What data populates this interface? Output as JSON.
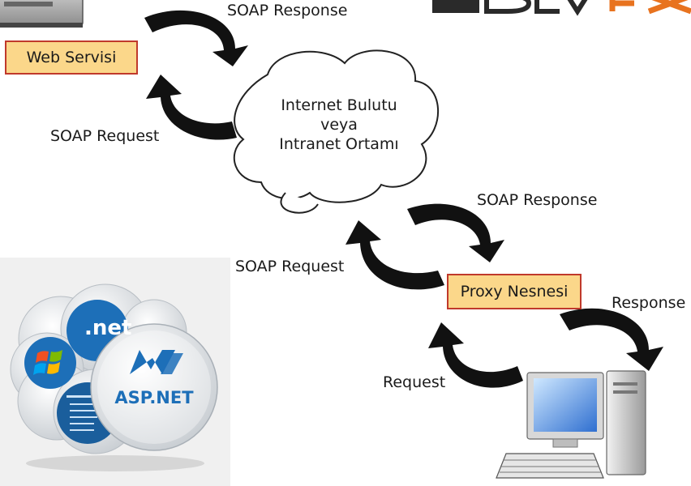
{
  "nodes": {
    "web_service": "Web Servisi",
    "proxy": "Proxy Nesnesi",
    "cloud_line1": "Internet Bulutu",
    "cloud_line2": "veya",
    "cloud_line3": "Intranet Ortamı"
  },
  "labels": {
    "soap_response_top": "SOAP Response",
    "soap_request_top": "SOAP Request",
    "soap_response_mid": "SOAP Response",
    "soap_request_mid": "SOAP Request",
    "response_bottom": "Response",
    "request_bottom": "Request"
  },
  "logos": {
    "net": ".net",
    "aspnet": "ASP.NET"
  },
  "colors": {
    "box_fill": "#fbd78a",
    "box_border": "#c0392b",
    "brand_orange": "#e8731f"
  },
  "icons": [
    "server-icon",
    "cloud-shape",
    "computer-icon",
    "aspnet-logo-cluster",
    "windows-logo-icon"
  ]
}
